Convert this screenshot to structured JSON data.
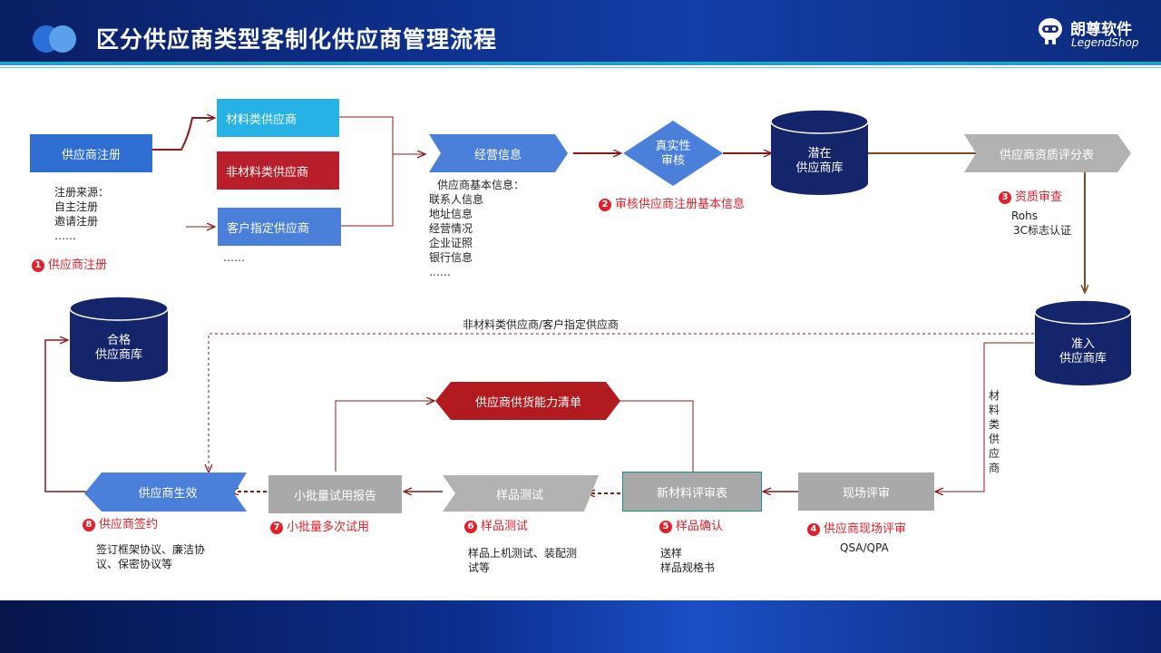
{
  "header": {
    "title": "区分供应商类型客制化供应商管理流程",
    "logo_cn": "朗尊软件",
    "logo_en": "LegendShop"
  },
  "colors": {
    "blue": "#2e6fd1",
    "cyan": "#27b2e6",
    "red": "#b91f2a",
    "navy": "#14256b",
    "gray": "#a9a9a9",
    "arrow": "#8b1a1a",
    "accent_red": "#e2202a"
  },
  "nodes": {
    "register": "供应商注册",
    "material": "材料类供应商",
    "non_material": "非材料类供应商",
    "designated": "客户指定供应商",
    "business_info": "经营信息",
    "authenticity": [
      "真实性",
      "审核"
    ],
    "potential_db": [
      "潜在",
      "供应商库"
    ],
    "qualification_form": "供应商资质评分表",
    "admitted_db": [
      "准入",
      "供应商库"
    ],
    "qualified_db": [
      "合格",
      "供应商库"
    ],
    "capacity_list": "供应商供货能力清单",
    "onsite_review": "现场评审",
    "new_material_form": "新材料评审表",
    "sample_test": "样品测试",
    "small_batch_report": "小批量试用报告",
    "supplier_effective": "供应商生效"
  },
  "labels": {
    "register_source": [
      "注册来源：",
      "自主注册",
      "邀请注册",
      "……"
    ],
    "designated_more": "……",
    "basic_info": [
      "供应商基本信息：",
      "联系人信息",
      "地址信息",
      "经营情况",
      "企业证照",
      "银行信息",
      "……"
    ],
    "nonmaterial_path": "非材料类供应商/客户指定供应商",
    "material_path": [
      "材",
      "料",
      "类",
      "供",
      "应",
      "商"
    ],
    "qual_items": [
      "Rohs",
      "3C标志认证"
    ],
    "qsa": "QSA/QPA",
    "sample_items": [
      "送样",
      "样品规格书"
    ],
    "test_items": [
      "样品上机测试、装配测",
      "试等"
    ],
    "sign_items": [
      "签订框架协议、廉洁协",
      "议、保密协议等"
    ]
  },
  "steps": [
    {
      "num": "1",
      "text": "供应商注册"
    },
    {
      "num": "2",
      "text": "审核供应商注册基本信息"
    },
    {
      "num": "3",
      "text": "资质审查"
    },
    {
      "num": "4",
      "text": "供应商现场评审"
    },
    {
      "num": "5",
      "text": "样品确认"
    },
    {
      "num": "6",
      "text": "样品测试"
    },
    {
      "num": "7",
      "text": "小批量多次试用"
    },
    {
      "num": "8",
      "text": "供应商签约"
    }
  ]
}
